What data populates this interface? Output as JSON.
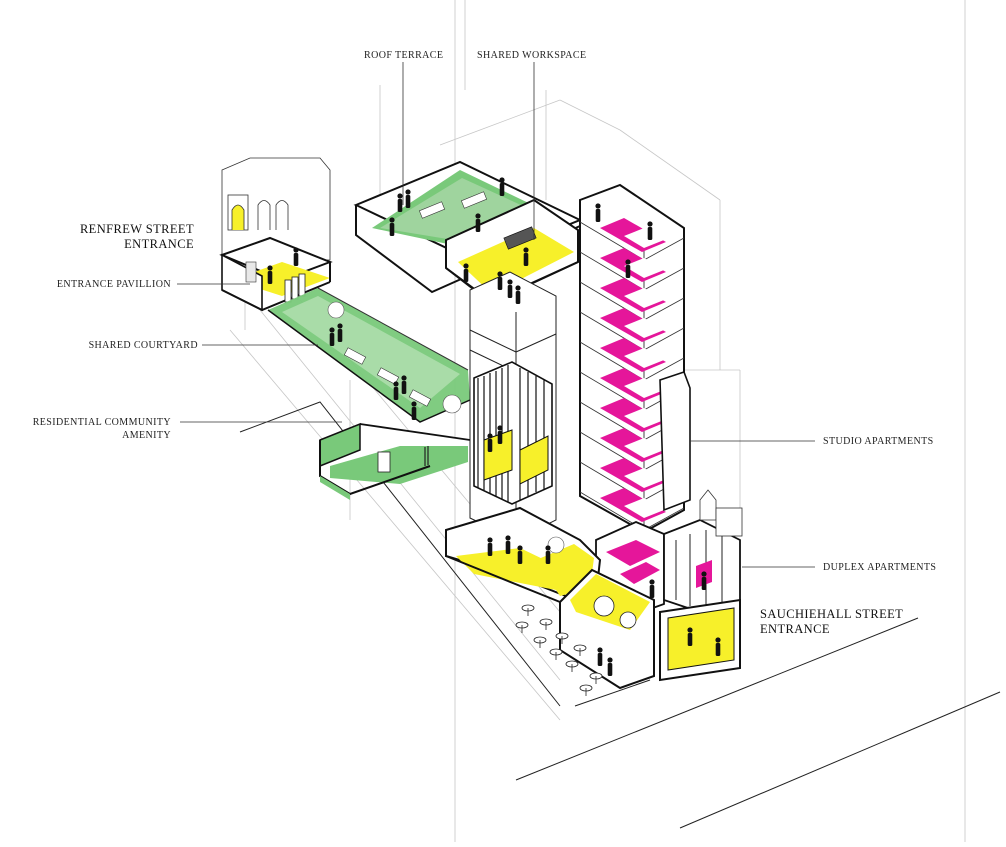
{
  "labels": {
    "roof_terrace": "ROOF TERRACE",
    "shared_workspace": "SHARED WORKSPACE",
    "renfrew_line1": "RENFREW STREET",
    "renfrew_line2": "ENTRANCE",
    "entrance_pavillion": "ENTRANCE PAVILLION",
    "shared_courtyard": "SHARED COURTYARD",
    "residential_line1": "RESIDENTIAL COMMUNITY",
    "residential_line2": "AMENITY",
    "studio_apartments": "STUDIO APARTMENTS",
    "duplex_apartments": "DUPLEX APARTMENTS",
    "sauchiehall_line1": "SAUCHIEHALL STREET",
    "sauchiehall_line2": "ENTRANCE"
  },
  "colors": {
    "green": "#79c97a",
    "yellow": "#f7f02a",
    "magenta": "#e5169a",
    "line": "#1a1a1a",
    "faint": "#b9b9b9"
  }
}
